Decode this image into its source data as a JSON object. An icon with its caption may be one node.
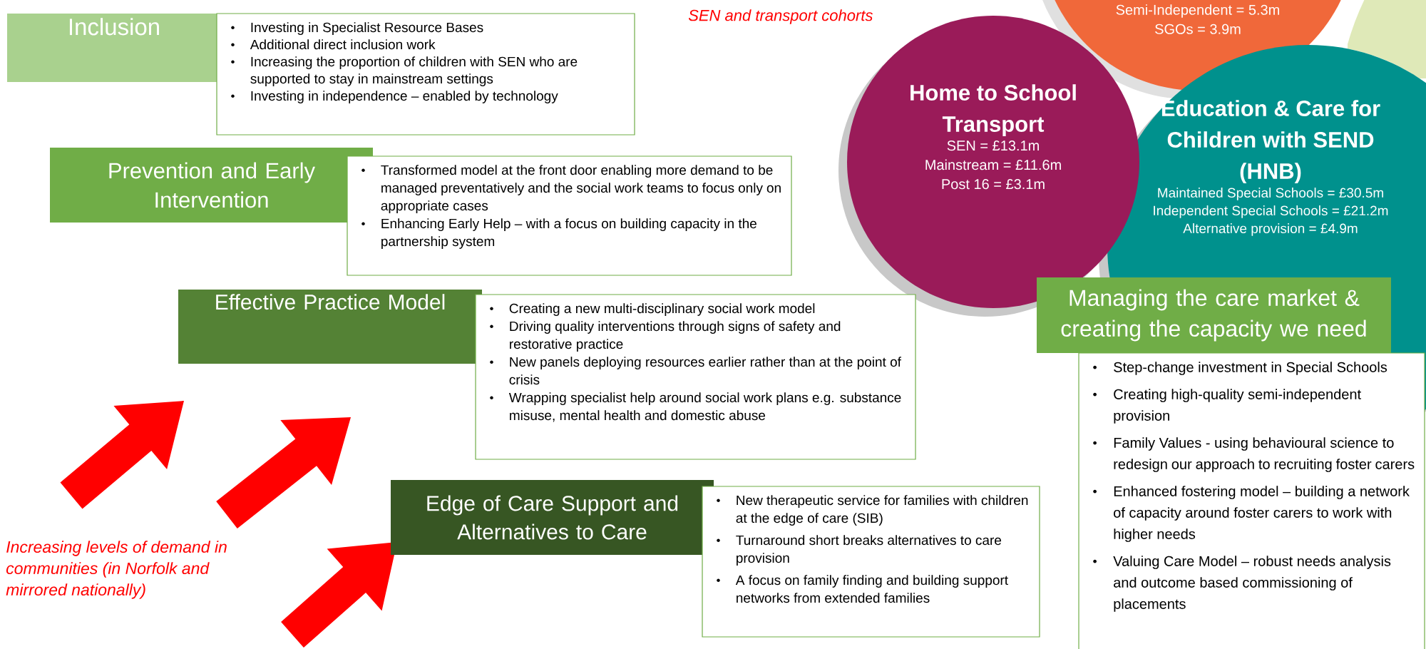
{
  "diagram": {
    "nodes": [
      {
        "text": [
          "Inclusion"
        ]
      },
      {
        "text": [
          "Investing in Specialist Resource Bases",
          "Additional direct inclusion work",
          "Increasing the proportion of children with SEN who are supported to stay in mainstream settings",
          "Investing in independence – enabled by technology"
        ]
      },
      {
        "text": [
          "Semi-Independent = 5.3m",
          "SGOs = 3.9m"
        ]
      },
      {
        "text": [],
        "shape": "circle"
      },
      {
        "text": [
          "Home to School Transport",
          "SEN = £13.1m",
          "Mainstream = £11.6m",
          "Post 16 = £3.1m"
        ]
      },
      {
        "text": [
          "Education & Care for Children with SEND (HNB)",
          "Maintained Special Schools =  £30.5m",
          "Independent Special Schools = £21.2m",
          "Alternative provision = £4.9m"
        ]
      },
      {
        "text": [
          "Prevention and Early Intervention"
        ]
      },
      {
        "text": [
          "Transformed model at the front door enabling more demand to be managed preventatively and the social work teams to focus only on appropriate cases",
          "Enhancing Early Help – with a focus on building capacity in the partnership system"
        ]
      },
      {
        "text": [
          "Effective Practice Model"
        ]
      },
      {
        "text": [
          "Creating a new multi-disciplinary social work model",
          "Driving quality interventions through signs of safety and restorative practice",
          "New panels deploying  resources earlier rather than at the point of crisis",
          "Wrapping specialist help around social work plans e.g. substance misuse, mental health and domestic abuse"
        ]
      },
      {
        "text": [
          "Managing the care market & creating the capacity we need"
        ]
      },
      {
        "text": [
          "Step-change investment in Special Schools",
          "Creating high-quality semi-independent provision",
          "Family Values - using behavioural science to redesign our approach to recruiting foster carers",
          "Enhanced fostering model – building a network of capacity around foster carers to work with higher needs",
          "Valuing Care Model – robust needs analysis and outcome based commissioning of placements"
        ]
      },
      {
        "text": [
          "Edge of Care Support and Alternatives to Care"
        ]
      },
      {
        "text": [
          "New therapeutic service for families with children at the edge of care (SIB)",
          "Turnaround short breaks alternatives to care provision",
          "A focus on family finding and building support networks from extended families"
        ]
      }
    ],
    "labels": [
      "SEN and transport cohorts",
      "Increasing levels of demand in communities (in Norfolk and mirrored nationally)"
    ]
  }
}
